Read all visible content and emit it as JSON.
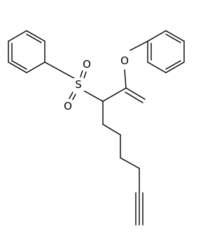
{
  "molecule": {
    "atoms": {
      "o_ether": "O",
      "s_sulfonyl": "S",
      "o_sulfonyl_top": "O",
      "o_sulfonyl_bottom": "O"
    },
    "colors": {
      "bond": "#000000",
      "label": "#000000",
      "background": "#ffffff"
    }
  }
}
